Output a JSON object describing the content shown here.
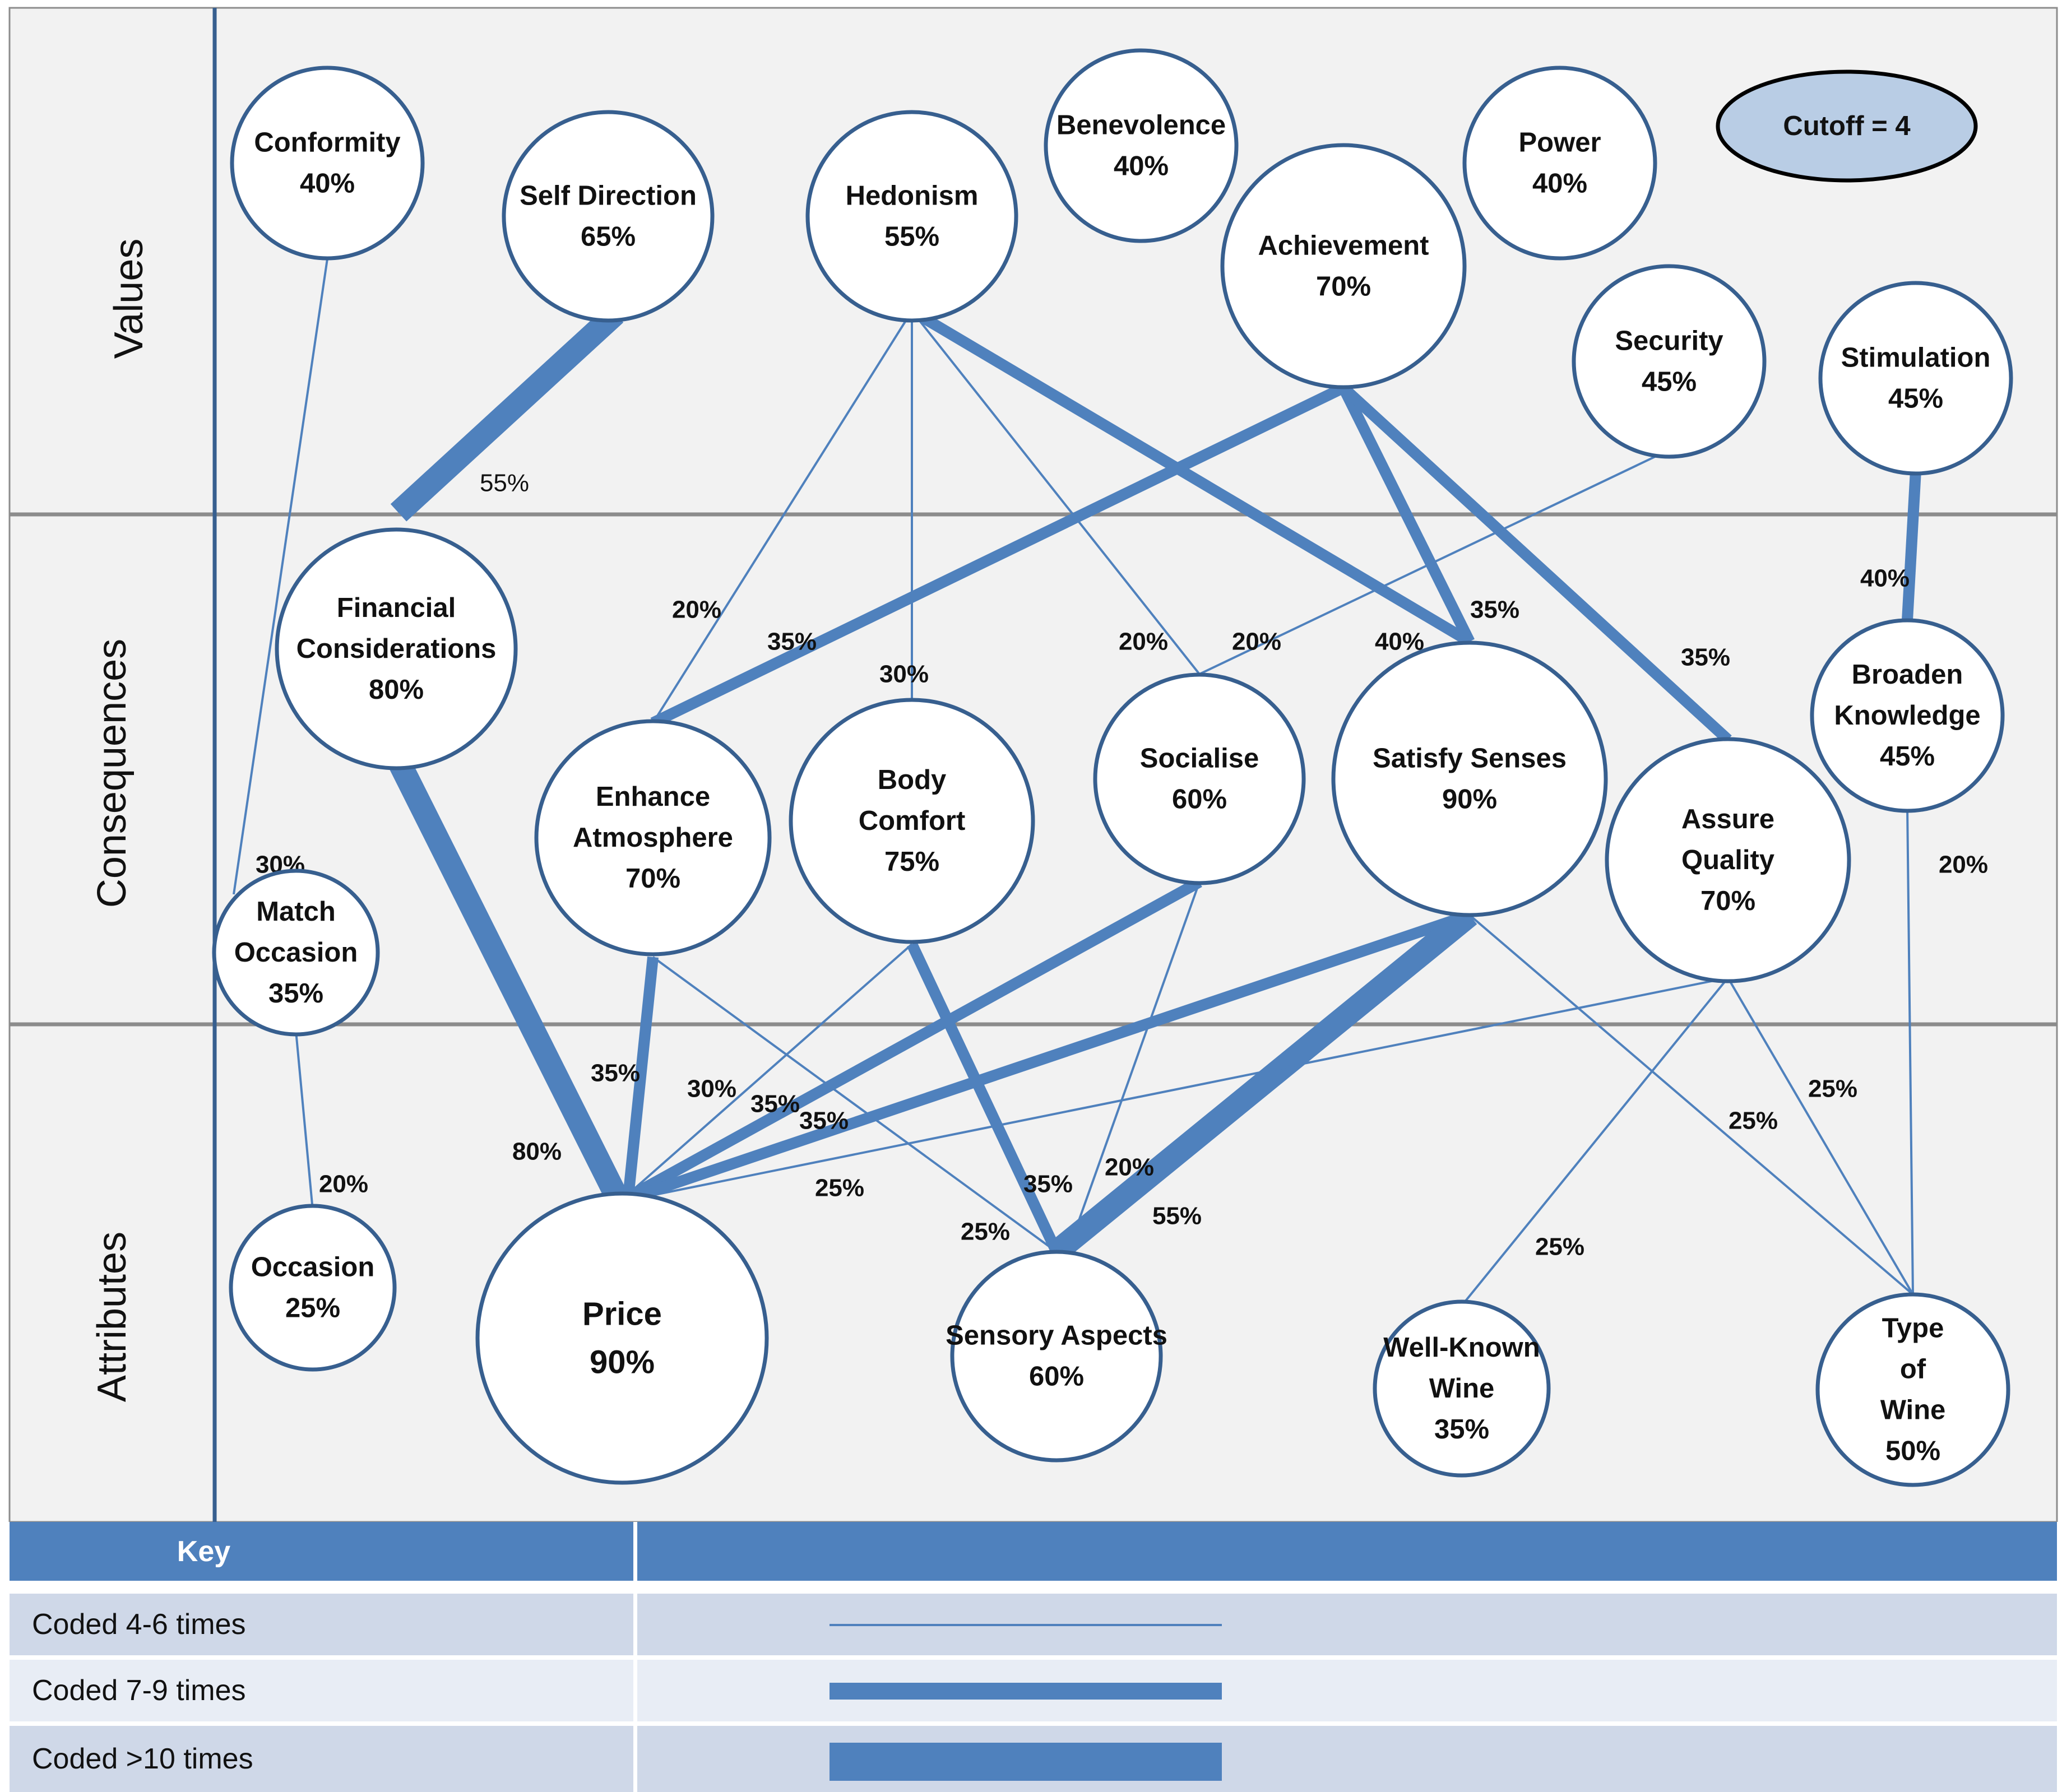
{
  "bands": [
    {
      "id": "values",
      "label": "Values"
    },
    {
      "id": "consequences",
      "label": "Consequences"
    },
    {
      "id": "attributes",
      "label": "Attributes"
    }
  ],
  "cutoff": "Cutoff = 4",
  "nodes": [
    {
      "id": "conformity",
      "lines": [
        "Conformity",
        "40%"
      ]
    },
    {
      "id": "self-direction",
      "lines": [
        "Self Direction",
        "65%"
      ]
    },
    {
      "id": "hedonism",
      "lines": [
        "Hedonism",
        "55%"
      ]
    },
    {
      "id": "benevolence",
      "lines": [
        "Benevolence",
        "40%"
      ]
    },
    {
      "id": "power",
      "lines": [
        "Power",
        "40%"
      ]
    },
    {
      "id": "achievement",
      "lines": [
        "Achievement",
        "70%"
      ]
    },
    {
      "id": "security",
      "lines": [
        "Security",
        "45%"
      ]
    },
    {
      "id": "stimulation",
      "lines": [
        "Stimulation",
        "45%"
      ]
    },
    {
      "id": "financial-considerations",
      "lines": [
        "Financial",
        "Considerations",
        "80%"
      ]
    },
    {
      "id": "enhance-atmosphere",
      "lines": [
        "Enhance",
        "Atmosphere",
        "70%"
      ]
    },
    {
      "id": "body-comfort",
      "lines": [
        "Body",
        "Comfort",
        "75%"
      ]
    },
    {
      "id": "socialise",
      "lines": [
        "Socialise",
        "60%"
      ]
    },
    {
      "id": "satisfy-senses",
      "lines": [
        "Satisfy Senses",
        "90%"
      ]
    },
    {
      "id": "assure-quality",
      "lines": [
        "Assure",
        "Quality",
        "70%"
      ]
    },
    {
      "id": "broaden-knowledge",
      "lines": [
        "Broaden",
        "Knowledge",
        "45%"
      ]
    },
    {
      "id": "match-occasion",
      "lines": [
        "Match",
        "Occasion",
        "35%"
      ]
    },
    {
      "id": "occasion",
      "lines": [
        "Occasion",
        "25%"
      ]
    },
    {
      "id": "price",
      "lines": [
        "Price",
        "90%"
      ]
    },
    {
      "id": "sensory-aspects",
      "lines": [
        "Sensory Aspects",
        "60%"
      ]
    },
    {
      "id": "well-known-wine",
      "lines": [
        "Well-Known",
        "Wine",
        "35%"
      ]
    },
    {
      "id": "type-of-wine",
      "lines": [
        "Type",
        "of",
        "Wine",
        "50%"
      ]
    }
  ],
  "links": [
    {
      "from": "self-direction",
      "to": "financial-considerations",
      "coded": ">10",
      "label": "55%"
    },
    {
      "from": "conformity",
      "to": "match-occasion",
      "coded": "4-6",
      "label": "30%"
    },
    {
      "from": "hedonism",
      "to": "enhance-atmosphere",
      "coded": "4-6",
      "label": "20%"
    },
    {
      "from": "hedonism",
      "to": "body-comfort",
      "coded": "4-6",
      "label": "30%"
    },
    {
      "from": "hedonism",
      "to": "socialise",
      "coded": "4-6",
      "label": "20%"
    },
    {
      "from": "hedonism",
      "to": "satisfy-senses",
      "coded": "7-9",
      "label": "40%"
    },
    {
      "from": "achievement",
      "to": "enhance-atmosphere",
      "coded": "7-9",
      "label": "35%"
    },
    {
      "from": "achievement",
      "to": "satisfy-senses",
      "coded": "7-9",
      "label": "35%"
    },
    {
      "from": "achievement",
      "to": "assure-quality",
      "coded": "7-9",
      "label": "35%"
    },
    {
      "from": "security",
      "to": "socialise",
      "coded": "4-6",
      "label": "20%"
    },
    {
      "from": "stimulation",
      "to": "broaden-knowledge",
      "coded": "7-9",
      "label": "40%"
    },
    {
      "from": "financial-considerations",
      "to": "price",
      "coded": ">10",
      "label": "80%"
    },
    {
      "from": "enhance-atmosphere",
      "to": "price",
      "coded": "7-9",
      "label": "35%"
    },
    {
      "from": "enhance-atmosphere",
      "to": "sensory-aspects",
      "coded": "4-6",
      "label": "25%"
    },
    {
      "from": "body-comfort",
      "to": "price",
      "coded": "4-6",
      "label": "30%"
    },
    {
      "from": "body-comfort",
      "to": "sensory-aspects",
      "coded": "7-9",
      "label": "35%"
    },
    {
      "from": "socialise",
      "to": "price",
      "coded": "7-9",
      "label": "35%"
    },
    {
      "from": "socialise",
      "to": "sensory-aspects",
      "coded": "4-6",
      "label": "20%"
    },
    {
      "from": "satisfy-senses",
      "to": "price",
      "coded": "7-9",
      "label": "35%"
    },
    {
      "from": "satisfy-senses",
      "to": "sensory-aspects",
      "coded": ">10",
      "label": "55%"
    },
    {
      "from": "satisfy-senses",
      "to": "type-of-wine",
      "coded": "4-6",
      "label": "25%"
    },
    {
      "from": "assure-quality",
      "to": "price",
      "coded": "4-6",
      "label": "25%"
    },
    {
      "from": "assure-quality",
      "to": "well-known-wine",
      "coded": "4-6",
      "label": "25%"
    },
    {
      "from": "assure-quality",
      "to": "type-of-wine",
      "coded": "4-6",
      "label": "25%"
    },
    {
      "from": "broaden-knowledge",
      "to": "type-of-wine",
      "coded": "4-6",
      "label": "20%"
    },
    {
      "from": "match-occasion",
      "to": "occasion",
      "coded": "4-6",
      "label": "20%"
    }
  ],
  "key": {
    "title": "Key",
    "rows": [
      {
        "label": "Coded 4-6 times",
        "coded": "4-6"
      },
      {
        "label": "Coded 7-9 times",
        "coded": "7-9"
      },
      {
        "label": "Coded >10 times",
        "coded": ">10"
      }
    ]
  },
  "colors": {
    "accent": "#4f81bd",
    "node_border": "#375f8f",
    "panel": "#f2f2f2",
    "cutoff_fill": "#b9cde5"
  }
}
